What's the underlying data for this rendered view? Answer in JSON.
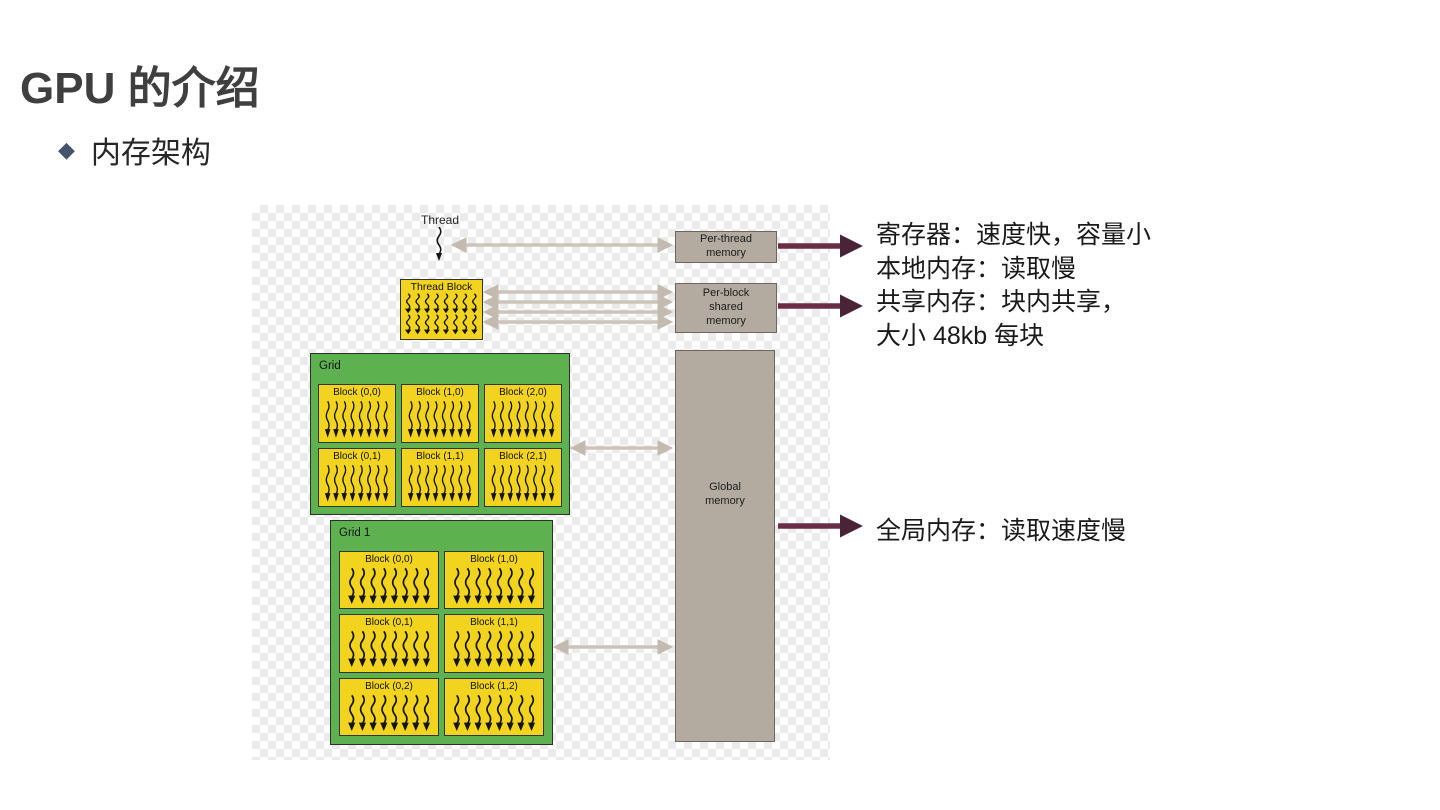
{
  "title": "GPU 的介绍",
  "bullet": "内存架构",
  "diagram": {
    "thread_label": "Thread",
    "thread_block_label": "Thread Block",
    "per_thread_memory": "Per-thread\nmemory",
    "per_block_memory": "Per-block\nshared\nmemory",
    "global_memory": "Global\nmemory",
    "grid_a": {
      "label": "Grid",
      "blocks": [
        "Block (0,0)",
        "Block (1,0)",
        "Block (2,0)",
        "Block (0,1)",
        "Block (1,1)",
        "Block (2,1)"
      ]
    },
    "grid_b": {
      "label": "Grid 1",
      "blocks": [
        "Block (0,0)",
        "Block (1,0)",
        "Block (0,1)",
        "Block (1,1)",
        "Block (0,2)",
        "Block (1,2)"
      ]
    }
  },
  "annotations": [
    {
      "lines": [
        "寄存器：速度快，容量小",
        "本地内存：读取慢"
      ]
    },
    {
      "lines": [
        "共享内存：块内共享，",
        "大小 48kb 每块"
      ]
    },
    {
      "lines": [
        "全局内存：读取速度慢"
      ]
    }
  ],
  "colors": {
    "block_yellow": "#f2d41e",
    "grid_green": "#5db24f",
    "memory_gray": "#b3aaa0",
    "diagram_arrow": "#ccc4bb",
    "annotation_arrow": "#6b2d46",
    "title_color": "#3f3f3f",
    "bullet_diamond": "#44546a"
  }
}
